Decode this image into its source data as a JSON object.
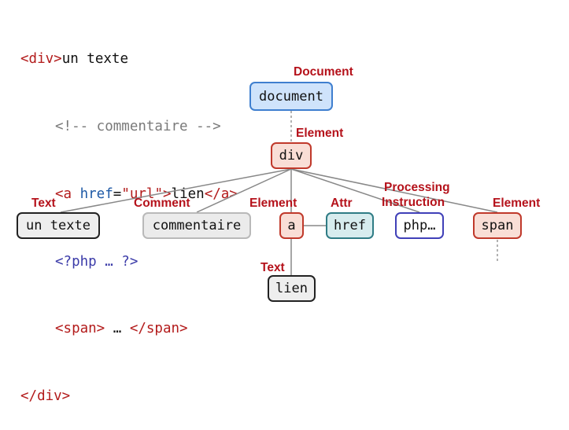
{
  "code": {
    "line1": {
      "open": "<div>",
      "text": "un texte"
    },
    "line2": {
      "comment": "<!-- commentaire -->"
    },
    "line3": {
      "open_start": "<a ",
      "attr_name": "href",
      "eq": "=",
      "attr_value": "\"url\"",
      "open_end": ">",
      "text": "lien",
      "close": "</a>"
    },
    "line4": {
      "pi": "<?php … ?>"
    },
    "line5": {
      "open": "<span>",
      "text": " … ",
      "close": "</span>"
    },
    "line6": {
      "close": "</div>"
    }
  },
  "nodes": {
    "document": {
      "label": "document",
      "type": "Document"
    },
    "div": {
      "label": "div",
      "type": "Element"
    },
    "text_untexte": {
      "label": "un texte",
      "type": "Text"
    },
    "comment": {
      "label": "commentaire",
      "type": "Comment"
    },
    "a": {
      "label": "a",
      "type": "Element"
    },
    "href": {
      "label": "href",
      "type": "Attr"
    },
    "pi": {
      "label": "php…",
      "type_line1": "Processing",
      "type_line2": "Instruction"
    },
    "span": {
      "label": "span",
      "type": "Element"
    },
    "lien": {
      "label": "lien",
      "type": "Text"
    }
  },
  "colors": {
    "tag": "#b31b1b",
    "attribute_name": "#1f5aa6",
    "comment": "#7a7a7a",
    "processing_instruction": "#3a3aa8",
    "type_label": "#b5121b",
    "edge": "#888888"
  }
}
